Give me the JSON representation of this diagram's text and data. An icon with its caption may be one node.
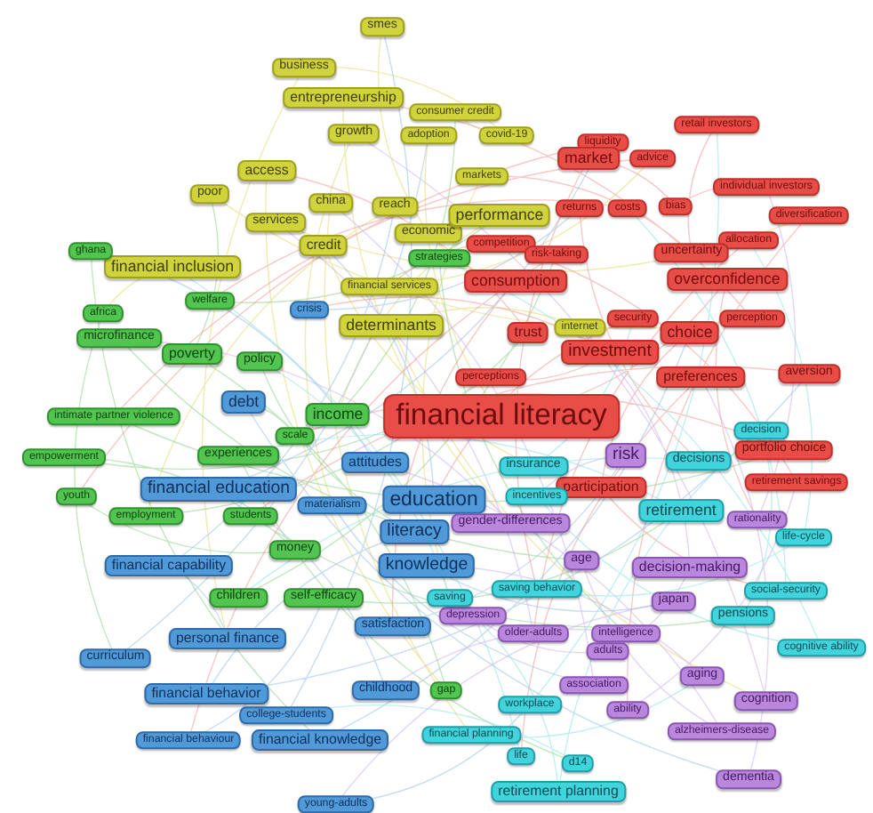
{
  "diagram": {
    "nodes": [
      {
        "text": [
          "smes"
        ]
      },
      {
        "text": [
          "business"
        ]
      },
      {
        "text": [
          "entrepreneurship"
        ]
      },
      {
        "text": [
          "consumer credit"
        ]
      },
      {
        "text": [
          "growth"
        ]
      },
      {
        "text": [
          "adoption"
        ]
      },
      {
        "text": [
          "covid-19"
        ]
      },
      {
        "text": [
          "access"
        ]
      },
      {
        "text": [
          "poor"
        ]
      },
      {
        "text": [
          "china"
        ]
      },
      {
        "text": [
          "reach"
        ]
      },
      {
        "text": [
          "economic"
        ]
      },
      {
        "text": [
          "markets"
        ]
      },
      {
        "text": [
          "performance"
        ]
      },
      {
        "text": [
          "services"
        ]
      },
      {
        "text": [
          "credit"
        ]
      },
      {
        "text": [
          "financial inclusion"
        ]
      },
      {
        "text": [
          "financial services"
        ]
      },
      {
        "text": [
          "determinants"
        ]
      },
      {
        "text": [
          "internet"
        ]
      },
      {
        "text": [
          "ghana"
        ]
      },
      {
        "text": [
          "strategies"
        ]
      },
      {
        "text": [
          "welfare"
        ]
      },
      {
        "text": [
          "africa"
        ]
      },
      {
        "text": [
          "microfinance"
        ]
      },
      {
        "text": [
          "poverty"
        ]
      },
      {
        "text": [
          "policy"
        ]
      },
      {
        "text": [
          "intimate partner violence"
        ]
      },
      {
        "text": [
          "income"
        ]
      },
      {
        "text": [
          "scale"
        ]
      },
      {
        "text": [
          "empowerment"
        ]
      },
      {
        "text": [
          "experiences"
        ]
      },
      {
        "text": [
          "youth"
        ]
      },
      {
        "text": [
          "employment"
        ]
      },
      {
        "text": [
          "students"
        ]
      },
      {
        "text": [
          "money"
        ]
      },
      {
        "text": [
          "children"
        ]
      },
      {
        "text": [
          "self-efficacy"
        ]
      },
      {
        "text": [
          "gap"
        ]
      },
      {
        "text": [
          "crisis"
        ]
      },
      {
        "text": [
          "debt"
        ]
      },
      {
        "text": [
          "attitudes"
        ]
      },
      {
        "text": [
          "financial education"
        ]
      },
      {
        "text": [
          "materialism"
        ]
      },
      {
        "text": [
          "education"
        ]
      },
      {
        "text": [
          "literacy"
        ]
      },
      {
        "text": [
          "knowledge"
        ]
      },
      {
        "text": [
          "financial capability"
        ]
      },
      {
        "text": [
          "personal finance"
        ]
      },
      {
        "text": [
          "satisfaction"
        ]
      },
      {
        "text": [
          "curriculum"
        ]
      },
      {
        "text": [
          "childhood"
        ]
      },
      {
        "text": [
          "financial behavior"
        ]
      },
      {
        "text": [
          "college-students"
        ]
      },
      {
        "text": [
          "financial behaviour"
        ]
      },
      {
        "text": [
          "financial knowledge"
        ]
      },
      {
        "text": [
          "young-adults"
        ]
      },
      {
        "text": [
          "liquidity"
        ]
      },
      {
        "text": [
          "retail investors"
        ]
      },
      {
        "text": [
          "market"
        ]
      },
      {
        "text": [
          "advice"
        ]
      },
      {
        "text": [
          "individual investors"
        ]
      },
      {
        "text": [
          "returns"
        ]
      },
      {
        "text": [
          "costs"
        ]
      },
      {
        "text": [
          "bias"
        ]
      },
      {
        "text": [
          "diversification"
        ]
      },
      {
        "text": [
          "competition"
        ]
      },
      {
        "text": [
          "risk-taking"
        ]
      },
      {
        "text": [
          "allocation"
        ]
      },
      {
        "text": [
          "uncertainty"
        ]
      },
      {
        "text": [
          "consumption"
        ]
      },
      {
        "text": [
          "overconfidence"
        ]
      },
      {
        "text": [
          "trust"
        ]
      },
      {
        "text": [
          "security"
        ]
      },
      {
        "text": [
          "choice"
        ]
      },
      {
        "text": [
          "perception"
        ]
      },
      {
        "text": [
          "investment"
        ]
      },
      {
        "text": [
          "perceptions"
        ]
      },
      {
        "text": [
          "preferences"
        ]
      },
      {
        "text": [
          "aversion"
        ]
      },
      {
        "text": [
          "financial literacy"
        ]
      },
      {
        "text": [
          "participation"
        ]
      },
      {
        "text": [
          "portfolio choice"
        ]
      },
      {
        "text": [
          "retirement savings"
        ]
      },
      {
        "text": [
          "risk"
        ]
      },
      {
        "text": [
          "gender-differences"
        ]
      },
      {
        "text": [
          "rationality"
        ]
      },
      {
        "text": [
          "age"
        ]
      },
      {
        "text": [
          "decision-making"
        ]
      },
      {
        "text": [
          "japan"
        ]
      },
      {
        "text": [
          "depression"
        ]
      },
      {
        "text": [
          "older-adults"
        ]
      },
      {
        "text": [
          "intelligence"
        ]
      },
      {
        "text": [
          "adults"
        ]
      },
      {
        "text": [
          "association"
        ]
      },
      {
        "text": [
          "aging"
        ]
      },
      {
        "text": [
          "ability"
        ]
      },
      {
        "text": [
          "cognition"
        ]
      },
      {
        "text": [
          "alzheimers-disease"
        ]
      },
      {
        "text": [
          "dementia"
        ]
      },
      {
        "text": [
          "decision"
        ]
      },
      {
        "text": [
          "decisions"
        ]
      },
      {
        "text": [
          "insurance"
        ]
      },
      {
        "text": [
          "incentives"
        ]
      },
      {
        "text": [
          "retirement"
        ]
      },
      {
        "text": [
          "life-cycle"
        ]
      },
      {
        "text": [
          "saving behavior"
        ]
      },
      {
        "text": [
          "saving"
        ]
      },
      {
        "text": [
          "social-security"
        ]
      },
      {
        "text": [
          "pensions"
        ]
      },
      {
        "text": [
          "cognitive ability"
        ]
      },
      {
        "text": [
          "workplace"
        ]
      },
      {
        "text": [
          "financial planning"
        ]
      },
      {
        "text": [
          "life"
        ]
      },
      {
        "text": [
          "d14"
        ]
      },
      {
        "text": [
          "retirement planning"
        ]
      }
    ]
  }
}
